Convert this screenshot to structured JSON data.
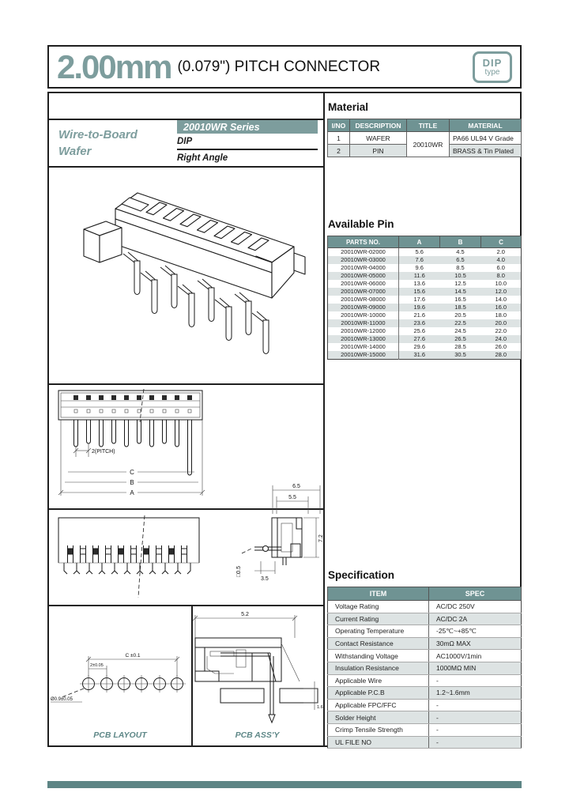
{
  "header": {
    "title_mm": "2.00mm",
    "title_rest": "(0.079\") PITCH CONNECTOR",
    "badge_line1": "DIP",
    "badge_line2": "type"
  },
  "series": {
    "family_line1": "Wire-to-Board",
    "family_line2": "Wafer",
    "name": "20010WR Series",
    "mount_type": "DIP",
    "angle": "Right Angle"
  },
  "material": {
    "heading": "Material",
    "columns": [
      "I/NO",
      "DESCRIPTION",
      "TITLE",
      "MATERIAL"
    ],
    "title_value": "20010WR",
    "rows": [
      {
        "no": "1",
        "description": "WAFER",
        "material": "PA66  UL94 V Grade"
      },
      {
        "no": "2",
        "description": "PIN",
        "material": "BRASS &  Tin Plated"
      }
    ]
  },
  "available_pin": {
    "heading": "Available Pin",
    "columns": [
      "PARTS NO.",
      "A",
      "B",
      "C"
    ],
    "rows": [
      [
        "20010WR-02000",
        "5.6",
        "4.5",
        "2.0"
      ],
      [
        "20010WR-03000",
        "7.6",
        "6.5",
        "4.0"
      ],
      [
        "20010WR-04000",
        "9.6",
        "8.5",
        "6.0"
      ],
      [
        "20010WR-05000",
        "11.6",
        "10.5",
        "8.0"
      ],
      [
        "20010WR-06000",
        "13.6",
        "12.5",
        "10.0"
      ],
      [
        "20010WR-07000",
        "15.6",
        "14.5",
        "12.0"
      ],
      [
        "20010WR-08000",
        "17.6",
        "16.5",
        "14.0"
      ],
      [
        "20010WR-09000",
        "19.6",
        "18.5",
        "16.0"
      ],
      [
        "20010WR-10000",
        "21.6",
        "20.5",
        "18.0"
      ],
      [
        "20010WR-11000",
        "23.6",
        "22.5",
        "20.0"
      ],
      [
        "20010WR-12000",
        "25.6",
        "24.5",
        "22.0"
      ],
      [
        "20010WR-13000",
        "27.6",
        "26.5",
        "24.0"
      ],
      [
        "20010WR-14000",
        "29.6",
        "28.5",
        "26.0"
      ],
      [
        "20010WR-15000",
        "31.6",
        "30.5",
        "28.0"
      ]
    ]
  },
  "specification": {
    "heading": "Specification",
    "columns": [
      "ITEM",
      "SPEC"
    ],
    "rows": [
      [
        "Voltage Rating",
        "AC/DC 250V"
      ],
      [
        "Current Rating",
        "AC/DC 2A"
      ],
      [
        "Operating Temperature",
        "-25℃~+85℃"
      ],
      [
        "Contact Resistance",
        "30mΩ MAX"
      ],
      [
        "Withstanding Voltage",
        "AC1000V/1min"
      ],
      [
        "Insulation Resistance",
        "1000MΩ MIN"
      ],
      [
        "Applicable Wire",
        "-"
      ],
      [
        "Applicable P.C.B",
        "1.2~1.6mm"
      ],
      [
        "Applicable FPC/FFC",
        "-"
      ],
      [
        "Solder Height",
        "-"
      ],
      [
        "Crimp Tensile Strength",
        "-"
      ],
      [
        "UL FILE NO",
        "-"
      ]
    ]
  },
  "drawings": {
    "front_view": {
      "pitch_label": "2(PITCH)",
      "dim_c": "C",
      "dim_b": "B",
      "dim_a": "A"
    },
    "side_view": {
      "dim_top": "6.5",
      "dim_inner": "5.5",
      "dim_right": "7.2",
      "dim_bottom": "3.5",
      "pin_label": "□0.5"
    },
    "pcb_layout": {
      "label": "PCB LAYOUT",
      "dim_span": "C ±0.1",
      "dim_pitch": "2±0.05",
      "hole_label": "Ø0.9±0.05"
    },
    "pcb_assy": {
      "label": "PCB ASS'Y",
      "dim_width": "5.2",
      "dim_pcb": "1.6"
    }
  },
  "colors": {
    "teal_accent": "#7d9d9d",
    "table_header_bg": "#6f9393",
    "row_shade": "#dde3e3",
    "bottom_bar": "#5d8585"
  }
}
